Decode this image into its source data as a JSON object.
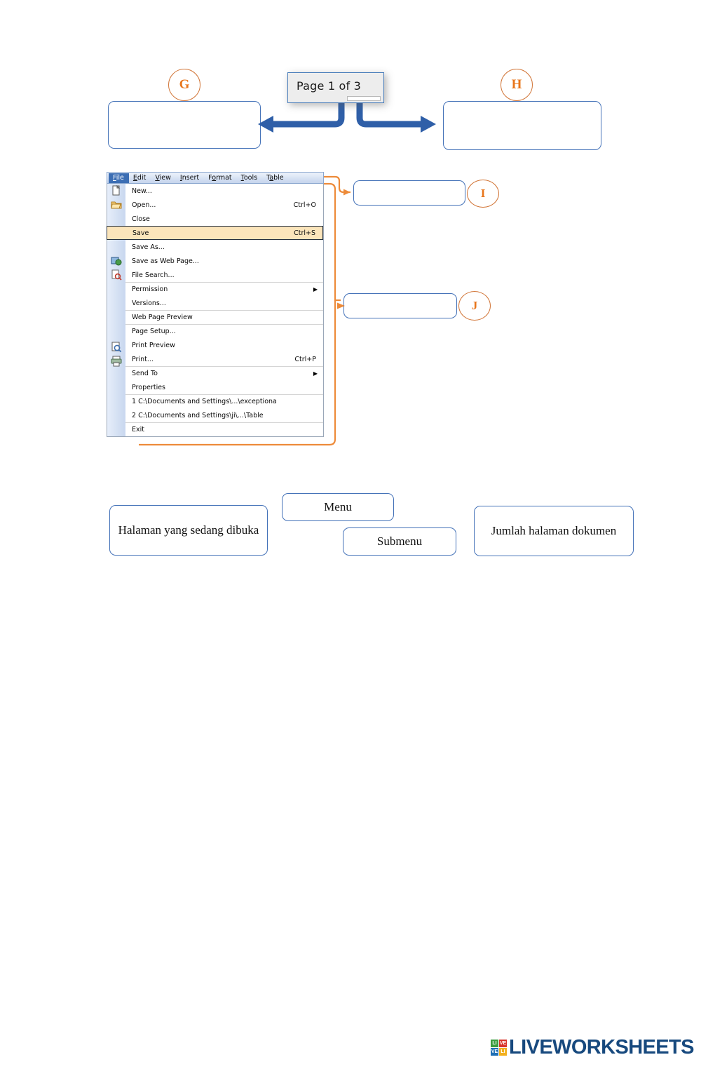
{
  "worksheet": {
    "tooltip": {
      "text": "Page 1 of 3"
    },
    "markers": {
      "g": "G",
      "h": "H",
      "i": "I",
      "j": "J"
    },
    "answer_boxes": [
      {
        "id": "G",
        "value": "",
        "placeholder": ""
      },
      {
        "id": "H",
        "value": "",
        "placeholder": ""
      },
      {
        "id": "I",
        "value": "",
        "placeholder": ""
      },
      {
        "id": "J",
        "value": "",
        "placeholder": ""
      }
    ],
    "word_bank": [
      {
        "id": "halaman-dibuka",
        "label": "Halaman yang sedang dibuka"
      },
      {
        "id": "menu",
        "label": "Menu"
      },
      {
        "id": "submenu",
        "label": "Submenu"
      },
      {
        "id": "jumlah-halaman",
        "label": "Jumlah halaman dokumen"
      }
    ]
  },
  "app": {
    "menubar": [
      {
        "name": "file",
        "label": "File",
        "mnemonic": "F",
        "active": true
      },
      {
        "name": "edit",
        "label": "Edit",
        "mnemonic": "E",
        "active": false
      },
      {
        "name": "view",
        "label": "View",
        "mnemonic": "V",
        "active": false
      },
      {
        "name": "insert",
        "label": "Insert",
        "mnemonic": "I",
        "active": false
      },
      {
        "name": "format",
        "label": "Format",
        "mnemonic": "o",
        "active": false
      },
      {
        "name": "tools",
        "label": "Tools",
        "mnemonic": "T",
        "active": false
      },
      {
        "name": "table",
        "label": "Table",
        "mnemonic": "a",
        "active": false
      }
    ],
    "file_menu": [
      {
        "name": "new",
        "label": "New...",
        "accel": "",
        "icon": "new-document-icon",
        "arrow": false,
        "sep": false,
        "highlight": false
      },
      {
        "name": "open",
        "label": "Open...",
        "accel": "Ctrl+O",
        "icon": "open-folder-icon",
        "arrow": false,
        "sep": false,
        "highlight": false
      },
      {
        "name": "close",
        "label": "Close",
        "accel": "",
        "icon": "",
        "arrow": false,
        "sep": false,
        "highlight": false
      },
      {
        "name": "save",
        "label": "Save",
        "accel": "Ctrl+S",
        "icon": "save-diskette-icon",
        "arrow": false,
        "sep": false,
        "highlight": true
      },
      {
        "name": "save-as",
        "label": "Save As...",
        "accel": "",
        "icon": "",
        "arrow": false,
        "sep": false,
        "highlight": false
      },
      {
        "name": "save-web-page",
        "label": "Save as Web Page...",
        "accel": "",
        "icon": "save-web-icon",
        "arrow": false,
        "sep": false,
        "highlight": false
      },
      {
        "name": "file-search",
        "label": "File Search...",
        "accel": "",
        "icon": "file-search-icon",
        "arrow": false,
        "sep": false,
        "highlight": false
      },
      {
        "name": "permission",
        "label": "Permission",
        "accel": "",
        "icon": "",
        "arrow": true,
        "sep": true,
        "highlight": false
      },
      {
        "name": "versions",
        "label": "Versions...",
        "accel": "",
        "icon": "",
        "arrow": false,
        "sep": false,
        "highlight": false
      },
      {
        "name": "web-page-preview",
        "label": "Web Page Preview",
        "accel": "",
        "icon": "",
        "arrow": false,
        "sep": true,
        "highlight": false
      },
      {
        "name": "page-setup",
        "label": "Page Setup...",
        "accel": "",
        "icon": "",
        "arrow": false,
        "sep": true,
        "highlight": false
      },
      {
        "name": "print-preview",
        "label": "Print Preview",
        "accel": "",
        "icon": "print-preview-icon",
        "arrow": false,
        "sep": false,
        "highlight": false
      },
      {
        "name": "print",
        "label": "Print...",
        "accel": "Ctrl+P",
        "icon": "printer-icon",
        "arrow": false,
        "sep": false,
        "highlight": false
      },
      {
        "name": "send-to",
        "label": "Send To",
        "accel": "",
        "icon": "",
        "arrow": true,
        "sep": true,
        "highlight": false
      },
      {
        "name": "properties",
        "label": "Properties",
        "accel": "",
        "icon": "",
        "arrow": false,
        "sep": false,
        "highlight": false
      },
      {
        "name": "recent-1",
        "label": "1 C:\\Documents and Settings\\...\\exceptiona",
        "accel": "",
        "icon": "",
        "arrow": false,
        "sep": true,
        "highlight": false
      },
      {
        "name": "recent-2",
        "label": "2 C:\\Documents and Settings\\ji\\...\\Table",
        "accel": "",
        "icon": "",
        "arrow": false,
        "sep": false,
        "highlight": false
      },
      {
        "name": "exit",
        "label": "Exit",
        "accel": "",
        "icon": "",
        "arrow": false,
        "sep": true,
        "highlight": false
      }
    ]
  },
  "branding": {
    "logo_blocks": [
      {
        "text": "LI",
        "color": "#3a9c3e"
      },
      {
        "text": "VE",
        "color": "#d8342b"
      },
      {
        "text": "VE",
        "color": "#1f6fb5"
      },
      {
        "text": "LI",
        "color": "#f2b01e"
      }
    ],
    "logo_word": "LIVEWORKSHEETS"
  },
  "colors": {
    "box_border": "#4472b8",
    "marker_orange": "#e8751a",
    "connector_orange": "#ed8b3a",
    "arrow_blue": "#2f5fa8",
    "logo_navy": "#17497e"
  }
}
